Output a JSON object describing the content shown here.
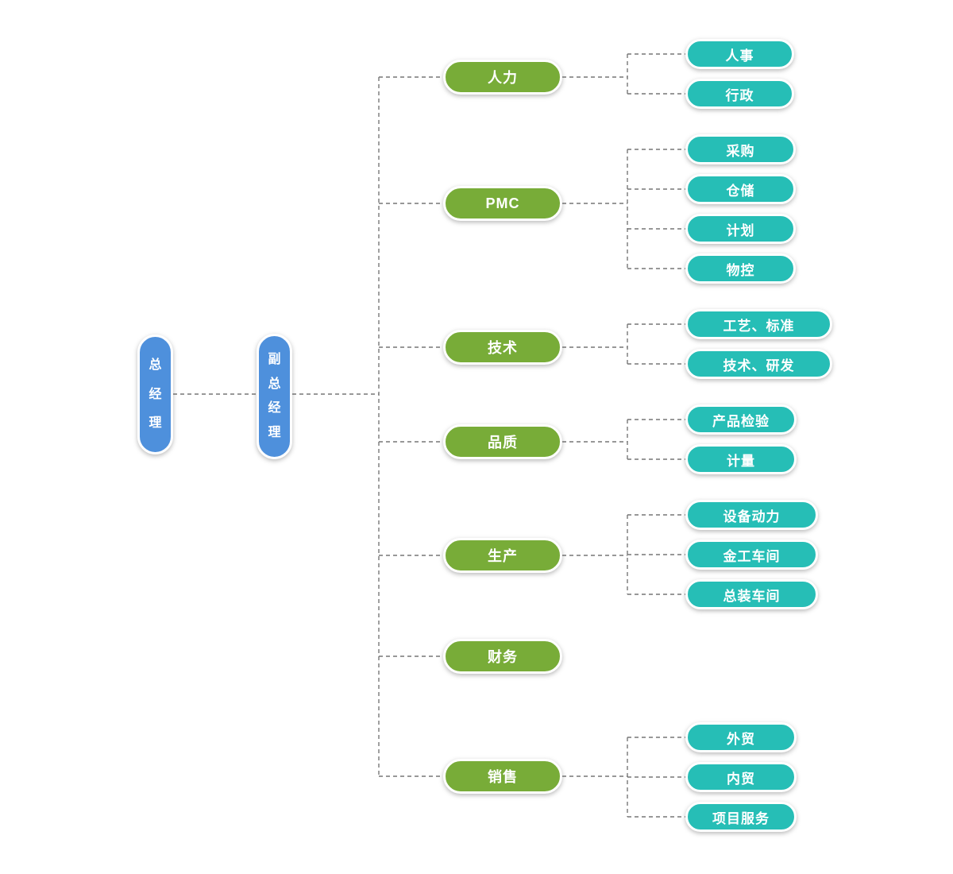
{
  "diagram": {
    "title": "company-organization-mindmap",
    "chairman": {
      "label": "总经理"
    },
    "deputy": {
      "label": "副总经理"
    },
    "departments": [
      {
        "label": "人力",
        "children": [
          "人事",
          "行政"
        ]
      },
      {
        "label": "PMC",
        "children": [
          "采购",
          "仓储",
          "计划",
          "物控"
        ]
      },
      {
        "label": "技术",
        "children": [
          "工艺、标准",
          "技术、研发"
        ]
      },
      {
        "label": "品质",
        "children": [
          "产品检验",
          "计量"
        ]
      },
      {
        "label": "生产",
        "children": [
          "设备动力",
          "金工车间",
          "总装车间"
        ]
      },
      {
        "label": "财务",
        "children": []
      },
      {
        "label": "销售",
        "children": [
          "外贸",
          "内贸",
          "项目服务"
        ]
      }
    ],
    "colors": {
      "executive_blue": "#4E90DC",
      "department_green": "#78AC38",
      "child_teal": "#26BEB6",
      "connector_gray": "#777777",
      "text_white": "#FFFFFF",
      "background": "#FFFFFF"
    }
  }
}
